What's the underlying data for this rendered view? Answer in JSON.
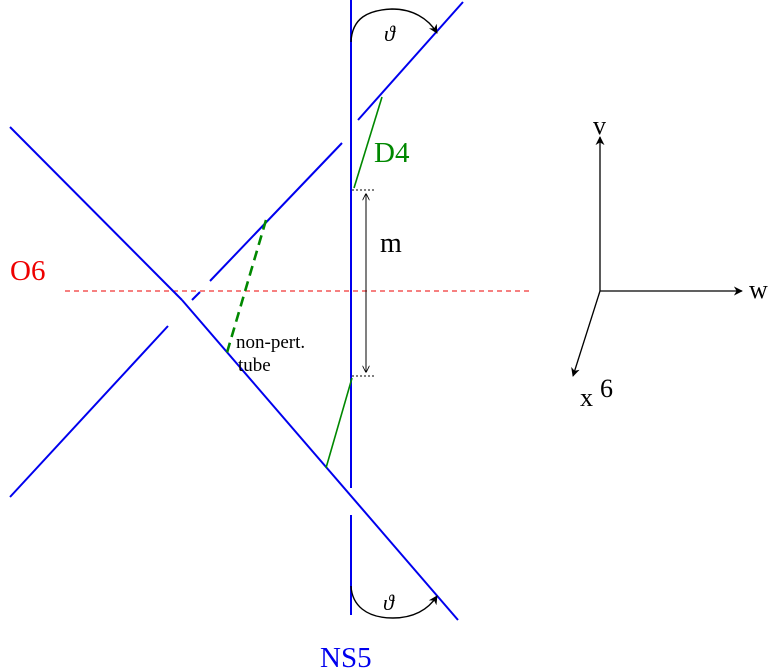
{
  "labels": {
    "o6": "O6",
    "d4": "D4",
    "ns5": "NS5",
    "m": "m",
    "tube_line1": "non-pert.",
    "tube_line2": "tube",
    "theta_top": "ϑ",
    "theta_bottom": "ϑ",
    "axis_v": "v",
    "axis_w": "w",
    "axis_x": "x",
    "axis_x_sub": "6"
  },
  "colors": {
    "brane": "#0000ee",
    "o6": "#ee0000",
    "d4": "#008800",
    "axes": "#000000"
  }
}
